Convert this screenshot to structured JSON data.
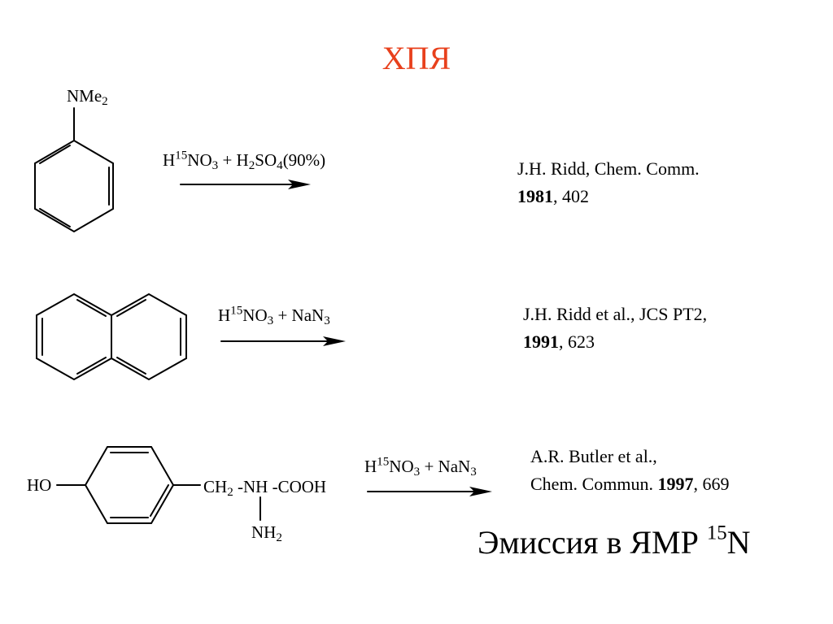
{
  "slide": {
    "title": "ХПЯ",
    "title_color": "#e8401c"
  },
  "reaction1": {
    "substituent": "NMe",
    "substituent_sub": "2",
    "reagent": {
      "h": "H",
      "isotope": "15",
      "no": "NO",
      "no_sub": "3",
      "plus": " + H",
      "h_sub": "2",
      "so": "SO",
      "so_sub": "4",
      "conc": "(90%)"
    },
    "reference": {
      "line1": "J.H. Ridd, Chem. Comm.",
      "year": "1981",
      "pages": ", 402"
    }
  },
  "reaction2": {
    "reagent": {
      "h": "H",
      "isotope": "15",
      "no": "NO",
      "no_sub": "3",
      "plus": " + NaN",
      "nan_sub": "3"
    },
    "reference": {
      "line1": "J.H. Ridd et al., JCS PT2,",
      "year": "1991",
      "pages": ", 623"
    }
  },
  "reaction3": {
    "ho": "HO",
    "ch": "CH",
    "ch_sub": "2",
    "chain": " -NH -COOH",
    "nh": "NH",
    "nh_sub": "2",
    "reagent": {
      "h": "H",
      "isotope": "15",
      "no": "NO",
      "no_sub": "3",
      "plus": " + NaN",
      "nan_sub": "3"
    },
    "reference": {
      "line1": "A.R. Butler et al.,",
      "line2_prefix": "Chem. Commun. ",
      "year": "1997",
      "pages": ", 669"
    }
  },
  "footer": {
    "text": "Эмиссия в ЯМР ",
    "isotope": "15",
    "element": "N"
  }
}
